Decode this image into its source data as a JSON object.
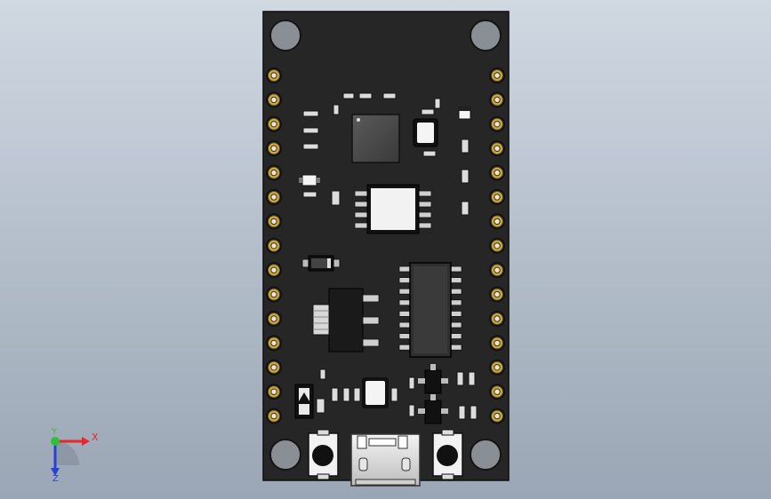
{
  "triad": {
    "x_label": "X",
    "y_label": "Y",
    "z_label": "Z",
    "x_color": "#e8262c",
    "y_color": "#2fbf3a",
    "z_color": "#2a3fd6"
  },
  "board": {
    "pcb_color": "#262626",
    "pad_color": "#c9a94a"
  }
}
